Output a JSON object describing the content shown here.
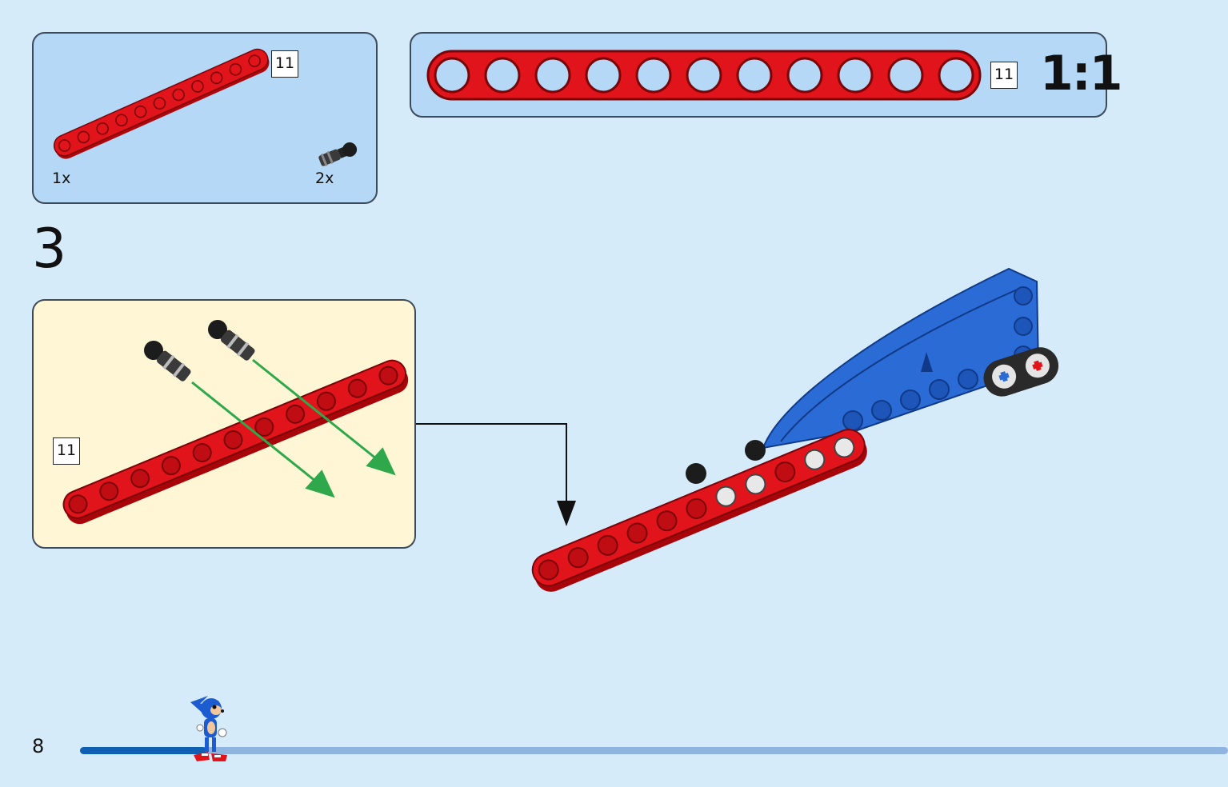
{
  "parts_list": {
    "beam": {
      "length_label": "11",
      "quantity": "1x",
      "color": "#e1141b"
    },
    "pin": {
      "quantity": "2x",
      "color": "#2a2a2a"
    }
  },
  "scale_check": {
    "length_label": "11",
    "scale": "1:1"
  },
  "step": {
    "number": "3",
    "sub_assembly_length_label": "11"
  },
  "footer": {
    "page_number": "8"
  },
  "colors": {
    "background": "#d6ebfa",
    "panel_blue": "#b4d8f5",
    "panel_yellow": "#fef6d5",
    "beam_red": "#e1141b",
    "arm_blue": "#2b6bd6",
    "arrow_green": "#2ea84a",
    "progress_done": "#0f5fb3",
    "progress_track": "#8fb4e0"
  },
  "progress": {
    "fraction": 0.11
  }
}
